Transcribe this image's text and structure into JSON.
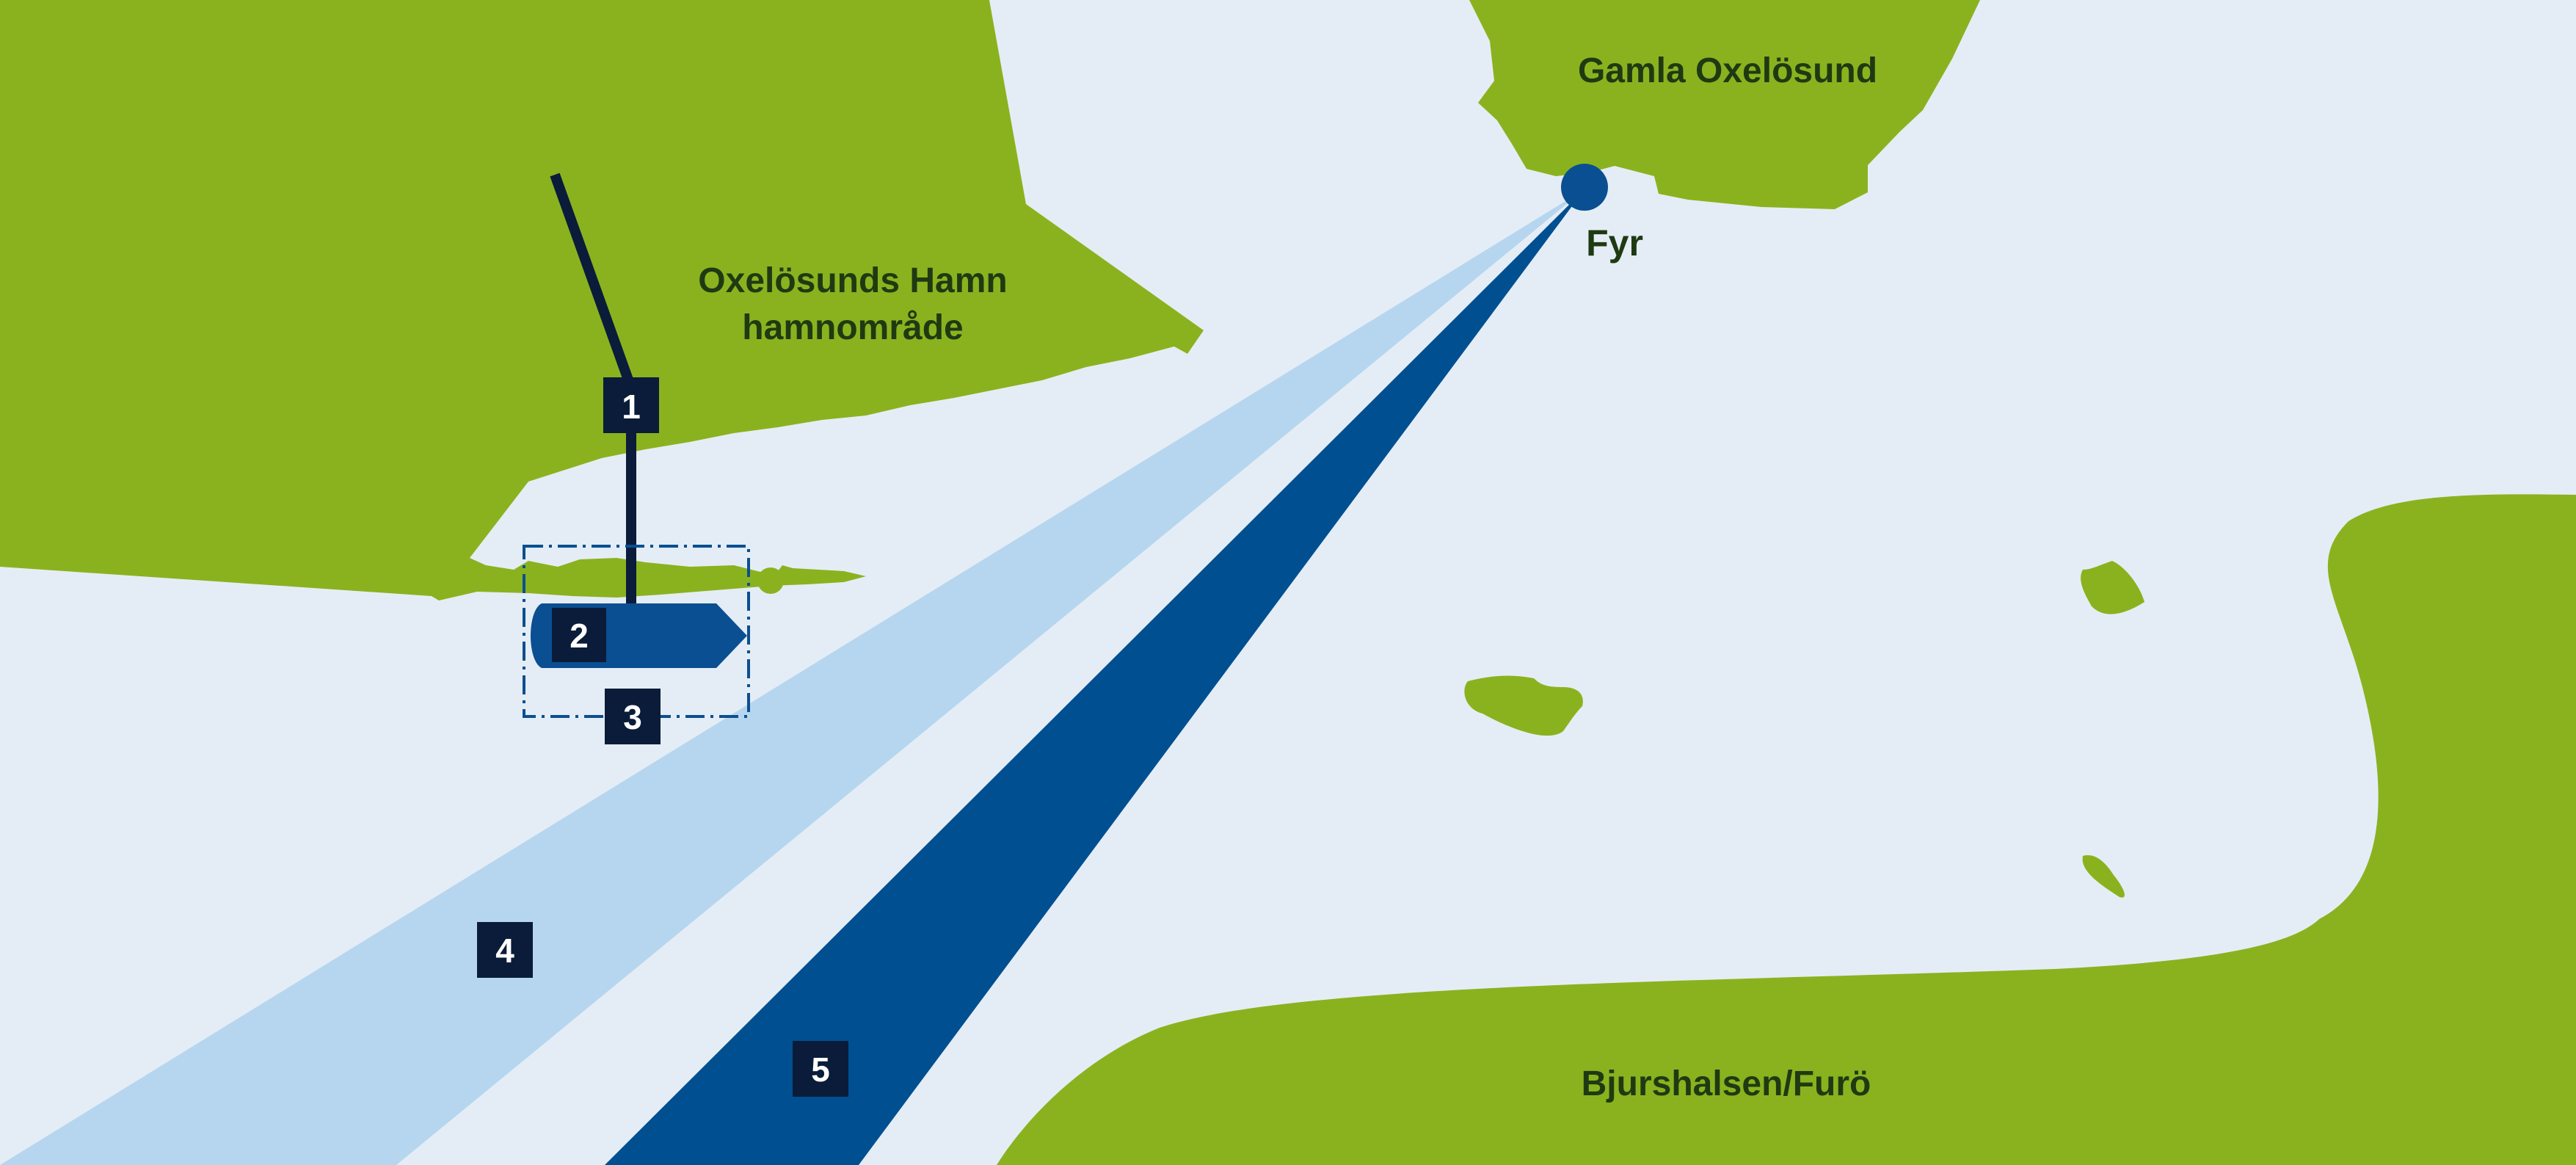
{
  "colors": {
    "water": "#e4edf5",
    "land": "#8ab21f",
    "label_text": "#1f3a12",
    "light_sector": "#b6d6ef",
    "dark_sector": "#004f91",
    "marker_bg": "#0a1c3a",
    "ship": "#0a4f91",
    "lighthouse": "#0a4f91"
  },
  "labels": {
    "gamla_oxelosund": "Gamla Oxelösund",
    "harbour_line1": "Oxelösunds Hamn",
    "harbour_line2": "hamnområde",
    "lighthouse": "Fyr",
    "bjurshalsen": "Bjurshalsen/Furö"
  },
  "markers": [
    "1",
    "2",
    "3",
    "4",
    "5"
  ]
}
